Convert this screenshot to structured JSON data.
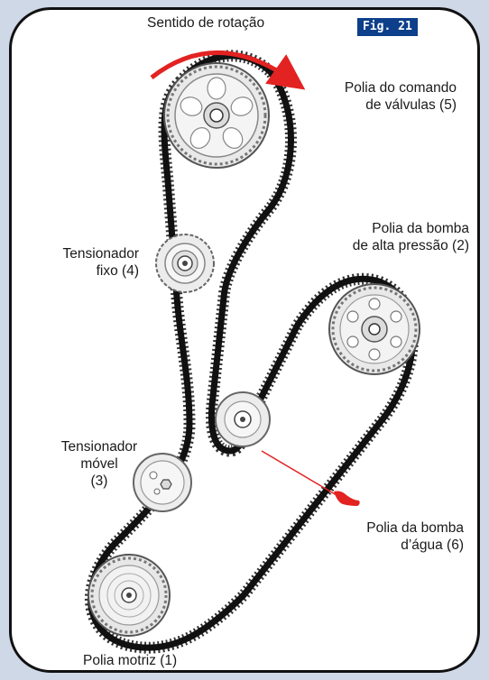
{
  "figure": {
    "badge": "Fig. 21",
    "badge_color": "#0d3f8a"
  },
  "rotation": {
    "label": "Sentido de rotação",
    "arrow_color": "#e32222"
  },
  "parts": {
    "camshaft_pulley": "Polia do comando\nde válvulas (5)",
    "high_pressure_pump_pulley": "Polia da bomba\nde alta pressão (2)",
    "fixed_tensioner": "Tensionador\nfixo (4)",
    "mobile_tensioner": "Tensionador\nmóvel\n(3)",
    "water_pump_pulley": "Polia da bomba\nd’água (6)",
    "drive_pulley": "Polia motriz  (1)"
  },
  "pointer": {
    "color": "#e32222"
  }
}
